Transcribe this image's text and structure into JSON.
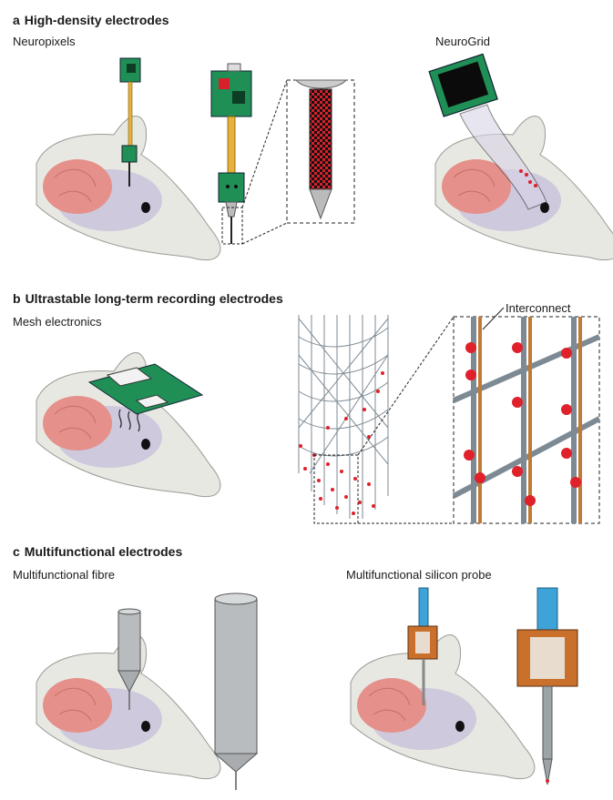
{
  "panels": {
    "a": {
      "letter": "a",
      "title": "High-density electrodes",
      "left_label": "Neuropixels",
      "right_label": "NeuroGrid"
    },
    "b": {
      "letter": "b",
      "title": "Ultrastable long-term recording electrodes",
      "left_label": "Mesh electronics",
      "callout": "Interconnect"
    },
    "c": {
      "letter": "c",
      "title": "Multifunctional electrodes",
      "left_label": "Multifunctional fibre",
      "right_label": "Multifunctional silicon probe"
    }
  },
  "colors": {
    "head": "#e8e8e2",
    "brain_front": "#e5908a",
    "brain_back": "#c9c3da",
    "board_green": "#1f8f55",
    "shank_yellow": "#e8b13a",
    "checker_red": "#d8202a",
    "mesh_grey": "#7d8a93",
    "interconnect_brown": "#c17a35",
    "electrode_red": "#e0202a",
    "probe_blue": "#3da3d8",
    "coil_orange": "#c9712c"
  }
}
